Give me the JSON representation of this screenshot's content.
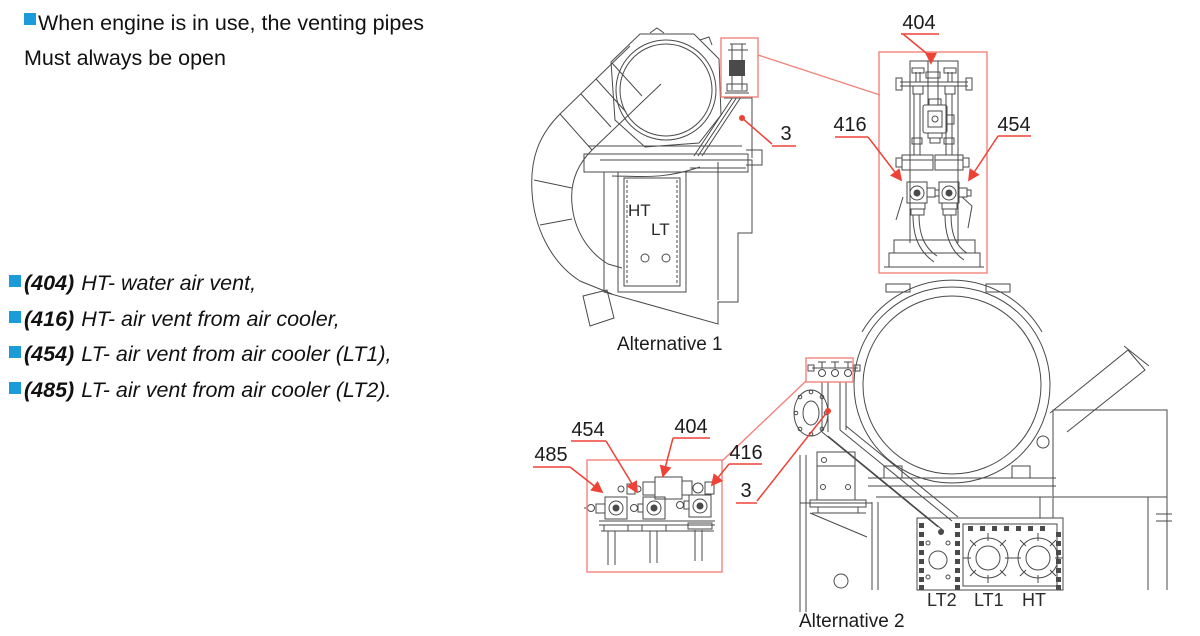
{
  "colors": {
    "bullet_blue": "#1b9cd8",
    "annotation_red": "#ee4237",
    "detail_box_red": "#f2837b",
    "line_gray": "#4a4a4a"
  },
  "note": {
    "line1": "When engine is in use, the venting pipes",
    "line2": "Must always be open"
  },
  "legend": [
    {
      "ref": "(404)",
      "text": "HT- water air vent,"
    },
    {
      "ref": "(416)",
      "text": "HT- air vent from air cooler,"
    },
    {
      "ref": "(454)",
      "text": "LT- air vent from air cooler (LT1),"
    },
    {
      "ref": "(485)",
      "text": "LT- air vent from air cooler (LT2)."
    }
  ],
  "figures": {
    "alt1": {
      "caption": "Alternative 1",
      "cooler_ht": "HT",
      "cooler_lt": "LT",
      "callout_3": "3"
    },
    "alt2": {
      "caption": "Alternative 2",
      "pump_lt2": "LT2",
      "pump_lt1": "LT1",
      "pump_ht": "HT",
      "callout_3": "3"
    },
    "detail1": {
      "c404": "404",
      "c416": "416",
      "c454": "454"
    },
    "detail2": {
      "c485": "485",
      "c454": "454",
      "c404": "404",
      "c416": "416"
    }
  }
}
